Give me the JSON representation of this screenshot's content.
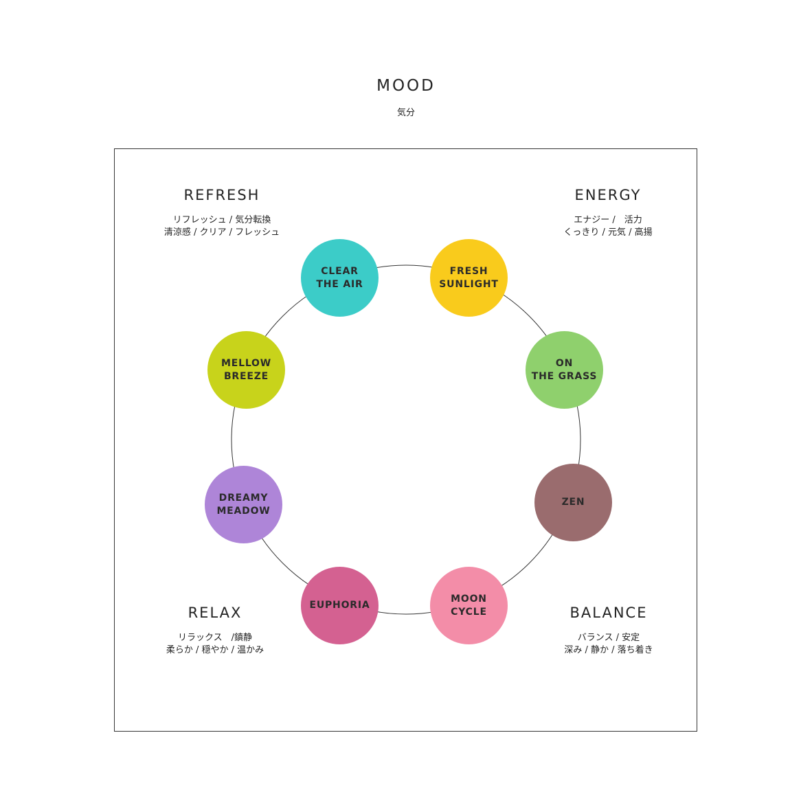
{
  "header": {
    "title": "MOOD",
    "subtitle": "気分"
  },
  "quadrants": {
    "refresh": {
      "title": "REFRESH",
      "line1": "リフレッシュ / 気分転換",
      "line2": "清涼感 / クリア / フレッシュ"
    },
    "energy": {
      "title": "ENERGY",
      "line1": "エナジー /　活力",
      "line2": "くっきり / 元気 / 高揚"
    },
    "relax": {
      "title": "RELAX",
      "line1": "リラックス　/鎮静",
      "line2": "柔らか / 穏やか / 温かみ"
    },
    "balance": {
      "title": "BALANCE",
      "line1": "バランス / 安定",
      "line2": "深み / 静か / 落ち着き"
    }
  },
  "nodes": [
    {
      "label": "CLEAR\nTHE AIR",
      "color": "#3cccc8"
    },
    {
      "label": "FRESH\nSUNLIGHT",
      "color": "#f9cb1c"
    },
    {
      "label": "ON\nTHE GRASS",
      "color": "#8fd06d"
    },
    {
      "label": "ZEN",
      "color": "#9a6c6e"
    },
    {
      "label": "MOON\nCYCLE",
      "color": "#f38da8"
    },
    {
      "label": "EUPHORIA",
      "color": "#d46191"
    },
    {
      "label": "DREAMY\nMEADOW",
      "color": "#ae85d8"
    },
    {
      "label": "MELLOW\nBREEZE",
      "color": "#c8d31b"
    }
  ]
}
